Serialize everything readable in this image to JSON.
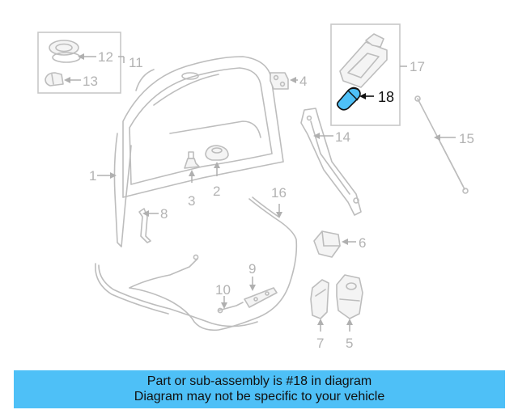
{
  "callouts": {
    "c1": "1",
    "c2": "2",
    "c3": "3",
    "c4": "4",
    "c5": "5",
    "c6": "6",
    "c7": "7",
    "c8": "8",
    "c9": "9",
    "c10": "10",
    "c11": "11",
    "c12": "12",
    "c13": "13",
    "c14": "14",
    "c15": "15",
    "c16": "16",
    "c17": "17",
    "c18": "18"
  },
  "highlight": {
    "part": "18",
    "color": "#4ec0f7"
  },
  "banner": {
    "line1": "Part or sub-assembly is #18 in diagram",
    "line2": "Diagram may not be specific to your vehicle",
    "color": "#4ec0f7"
  }
}
